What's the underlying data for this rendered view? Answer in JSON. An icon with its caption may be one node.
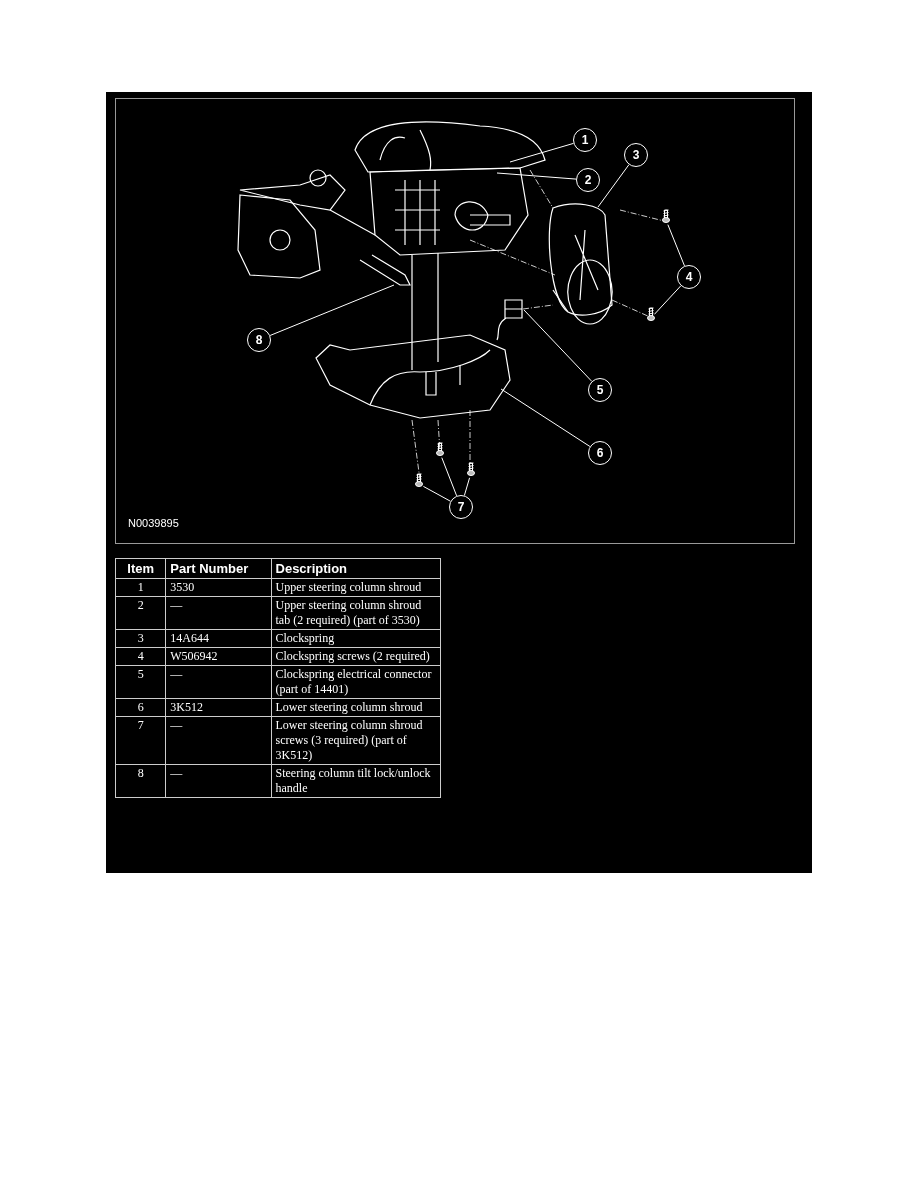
{
  "diagram": {
    "nodes": [
      {
        "text": [
          "1"
        ]
      },
      {
        "text": [
          "2"
        ]
      },
      {
        "text": [
          "3"
        ]
      },
      {
        "text": [
          "4"
        ]
      },
      {
        "text": [
          "5"
        ]
      },
      {
        "text": [
          "6"
        ]
      },
      {
        "text": [
          "7"
        ]
      },
      {
        "text": [
          "8"
        ]
      },
      {
        "text": [],
        "shape": "picture"
      },
      {
        "text": [],
        "shape": "picture"
      },
      {
        "text": [],
        "shape": "picture"
      },
      {
        "text": [],
        "shape": "picture"
      },
      {
        "text": [],
        "shape": "picture"
      }
    ],
    "edges": [
      {
        "from": 0,
        "to": null,
        "arrow": "none"
      },
      {
        "from": 1,
        "to": null,
        "arrow": "none"
      },
      {
        "from": 2,
        "to": null,
        "arrow": "none"
      },
      {
        "from": 3,
        "to": 8,
        "arrow": "none"
      },
      {
        "from": 3,
        "to": 9,
        "arrow": "none"
      },
      {
        "from": 4,
        "to": null,
        "arrow": "none"
      },
      {
        "from": 5,
        "to": null,
        "arrow": "none"
      },
      {
        "from": 6,
        "to": 10,
        "arrow": "none"
      },
      {
        "from": 6,
        "to": 11,
        "arrow": "none"
      },
      {
        "from": 6,
        "to": 12,
        "arrow": "none"
      },
      {
        "from": 7,
        "to": null,
        "arrow": "none"
      }
    ],
    "labels": [
      "N0039895",
      "Item",
      "Part Number",
      "Description",
      "1",
      "3530",
      "Upper steering column shroud",
      "2",
      "—",
      "Upper steering column shroud tab (2 required) (part of 3530)",
      "3",
      "14A644",
      "Clockspring",
      "4",
      "W506942",
      "Clockspring screws (2 required)",
      "5",
      "—",
      "Clockspring electrical connector (part of 14401)",
      "6",
      "3K512",
      "Lower steering column shroud",
      "7",
      "—",
      "Lower steering column shroud screws (3 required) (part of 3K512)",
      "8",
      "—",
      "Steering column tilt lock/unlock handle"
    ]
  }
}
